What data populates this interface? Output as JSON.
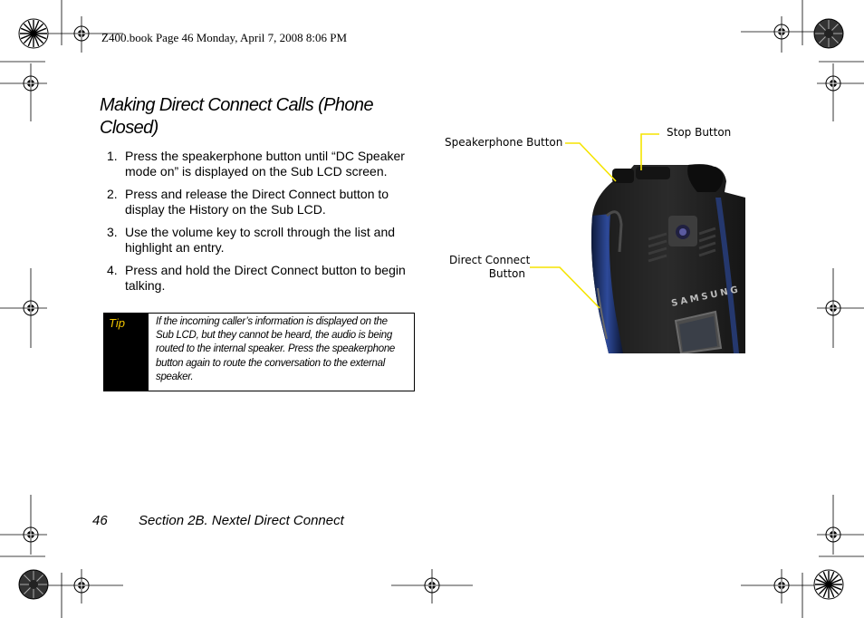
{
  "header": {
    "running_head": "Z400.book  Page 46  Monday, April 7, 2008  8:06 PM"
  },
  "section": {
    "title": "Making Direct Connect Calls (Phone Closed)"
  },
  "steps": [
    {
      "num": "1.",
      "text": "Press the speakerphone button until “DC Speaker mode on” is displayed on the Sub LCD screen."
    },
    {
      "num": "2.",
      "text": "Press and release the Direct Connect button to display the History on the Sub LCD."
    },
    {
      "num": "3.",
      "text": "Use the volume key to scroll through the list and highlight an entry."
    },
    {
      "num": "4.",
      "text": "Press and hold the Direct Connect button to begin talking."
    }
  ],
  "tip": {
    "label": "Tip",
    "text": "If the incoming caller’s information is displayed on the Sub LCD, but they cannot be heard, the audio is being routed to the internal speaker. Press the speakerphone button again to route the conversation to the external speaker."
  },
  "figure": {
    "callouts": {
      "speakerphone": "Speakerphone Button",
      "stop": "Stop Button",
      "direct_connect_line1": "Direct Connect",
      "direct_connect_line2": "Button"
    },
    "phone_brand": "SAMSUNG",
    "callout_line_color": "#f5e400"
  },
  "footer": {
    "page_number": "46",
    "section": "Section 2B. Nextel Direct Connect"
  }
}
